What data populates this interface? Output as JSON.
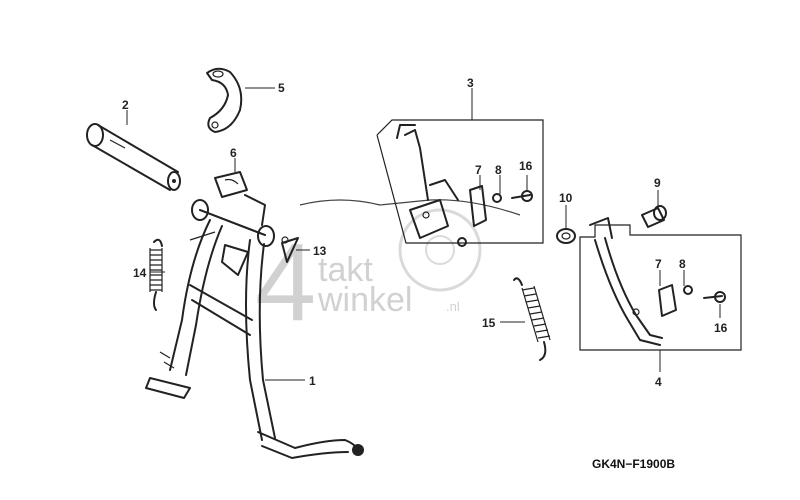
{
  "diagram": {
    "callouts": {
      "c1": "1",
      "c2": "2",
      "c3": "3",
      "c4": "4",
      "c5": "5",
      "c6": "6",
      "c7a": "7",
      "c7b": "7",
      "c8a": "8",
      "c8b": "8",
      "c9": "9",
      "c10": "10",
      "c13": "13",
      "c14": "14",
      "c15": "15",
      "c16a": "16",
      "c16b": "16"
    },
    "diagram_code": "GK4N−F1900B"
  },
  "watermark": {
    "digit": "4",
    "line1": "takt",
    "line2": "winkel",
    "suffix": ".nl"
  }
}
